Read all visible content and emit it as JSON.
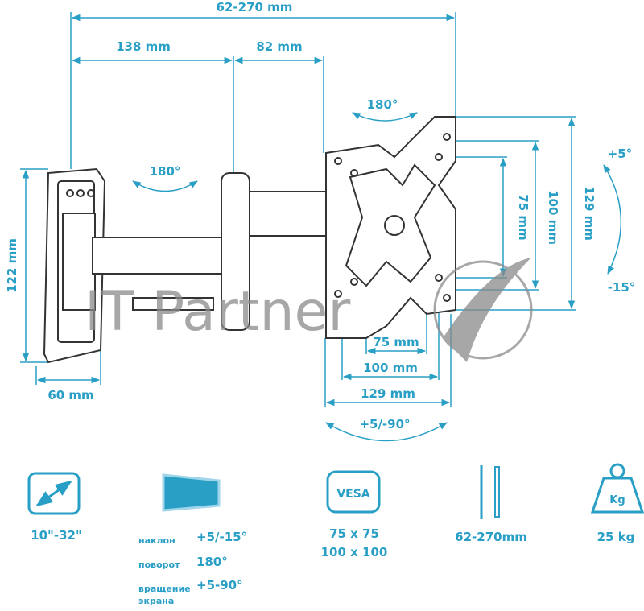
{
  "colors": {
    "accent": "#2a9fc6",
    "line": "#333333",
    "watermark": "#8a8a8a"
  },
  "dimensions": {
    "total_depth": "62-270 mm",
    "arm_1": "138 mm",
    "arm_2": "82 mm",
    "wall_plate_height": "122 mm",
    "wall_plate_width": "60 mm",
    "swivel_arm": "180°",
    "swivel_head": "180°",
    "vesa_v_75": "75 mm",
    "vesa_v_100": "100 mm",
    "vesa_v_129": "129 mm",
    "vesa_h_75": "75 mm",
    "vesa_h_100": "100 mm",
    "vesa_h_129": "129 mm",
    "tilt_up": "+5°",
    "tilt_down": "-15°",
    "rotation": "+5/-90°"
  },
  "watermark": "IT Partner",
  "specs": {
    "screen_size": {
      "icon": "diagonal-arrow-icon",
      "value": "10\"-32\""
    },
    "motion": {
      "icon": "tilt-swivel-icon",
      "rows": [
        {
          "label": "наклон",
          "value": "+5/-15°"
        },
        {
          "label": "поворот",
          "value": "180°"
        },
        {
          "label": "вращение экрана",
          "value": "+5-90°"
        }
      ]
    },
    "vesa": {
      "icon": "vesa-icon",
      "icon_text": "VESA",
      "line1": "75 x 75",
      "line2": "100 x 100"
    },
    "distance": {
      "icon": "wall-distance-icon",
      "value": "62-270mm"
    },
    "weight": {
      "icon": "weight-icon",
      "icon_text": "Kg",
      "value": "25 kg"
    }
  }
}
